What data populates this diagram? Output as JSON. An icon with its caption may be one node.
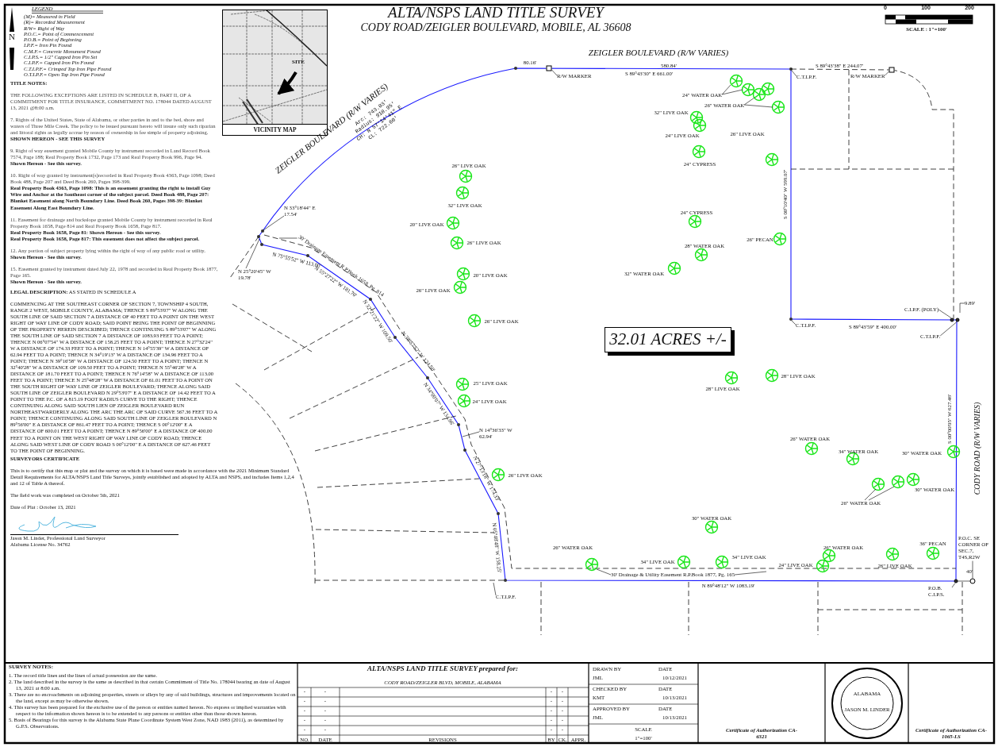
{
  "diagram": {
    "title": "ALTA/NSPS LAND TITLE SURVEY",
    "nodes": [
      {
        "text": [
          "32.01 ACRES +/-"
        ]
      },
      {
        "text": [
          "VICINITY MAP"
        ]
      },
      {
        "text": [
          "24\" WATER OAK"
        ]
      },
      {
        "text": [
          "26\" WATER OAK"
        ]
      },
      {
        "text": [
          "C.T.I.P.F."
        ]
      },
      {
        "text": [
          "R/W MARKER"
        ]
      },
      {
        "text": [
          "R/W MARKER"
        ]
      },
      {
        "text": [
          "N 33°18'44\" E 17.54'"
        ]
      },
      {
        "text": [
          "N 25°20'45\" W 19.78'"
        ]
      },
      {
        "text": [
          "30' Drainage Easement R.P.Book 1658, Pg. 814"
        ]
      },
      {
        "text": [
          "N 14°36'33\" W 62.94'"
        ]
      },
      {
        "text": [
          "C.T.I.P.F."
        ]
      },
      {
        "text": [
          "C.I.P.F. (POLY)"
        ]
      },
      {
        "text": [
          "9.89'"
        ]
      },
      {
        "text": [
          "C.T.I.P.F."
        ]
      },
      {
        "text": [
          "26\" WATER OAK"
        ]
      },
      {
        "text": [
          "P.O.C. SE CORNER OF SEC.7, T4S,R2W"
        ]
      },
      {
        "text": [
          "30' Drainage & Utility Easement R.P.Book 1877, Pg. 165"
        ]
      },
      {
        "text": [
          "C.T.I.P.F."
        ]
      },
      {
        "text": [
          "P.O.B. C.I.P.S."
        ]
      },
      {
        "text": [],
        "shape": "box"
      },
      {
        "text": [],
        "shape": "box"
      },
      {
        "text": [],
        "shape": "circle"
      },
      {
        "text": [],
        "shape": "circle"
      },
      {
        "text": [],
        "shape": "circle"
      },
      {
        "text": [],
        "shape": "circle"
      }
    ],
    "edges": [
      {
        "from": 2,
        "to": null,
        "arrow": "none"
      },
      {
        "from": 2,
        "to": null,
        "arrow": "none"
      },
      {
        "from": 3,
        "to": null,
        "arrow": "none"
      },
      {
        "from": 3,
        "to": null,
        "arrow": "none"
      },
      {
        "from": 4,
        "to": null,
        "arrow": "none"
      },
      {
        "from": 5,
        "to": 20,
        "arrow": "none"
      },
      {
        "from": 6,
        "to": 21,
        "arrow": "none"
      },
      {
        "from": 7,
        "to": null,
        "arrow": "none"
      },
      {
        "from": 8,
        "to": null,
        "arrow": "none"
      },
      {
        "from": 9,
        "to": null,
        "arrow": "none"
      },
      {
        "from": 10,
        "to": null,
        "arrow": "none"
      },
      {
        "from": 11,
        "to": null,
        "arrow": "none"
      },
      {
        "from": 12,
        "to": 23,
        "arrow": "none"
      },
      {
        "from": 13,
        "to": null,
        "arrow": "none"
      },
      {
        "from": 14,
        "to": 24,
        "arrow": "none"
      },
      {
        "from": 15,
        "to": null,
        "arrow": "none"
      },
      {
        "from": 15,
        "to": null,
        "arrow": "none"
      },
      {
        "from": 16,
        "to": 22,
        "arrow": "none"
      },
      {
        "from": 17,
        "to": null,
        "arrow": "none"
      },
      {
        "from": 17,
        "to": null,
        "arrow": "none"
      },
      {
        "from": 18,
        "to": null,
        "arrow": "none"
      },
      {
        "from": 19,
        "to": 25,
        "arrow": "none"
      }
    ],
    "labels": [
      "LEGEND",
      "N",
      "TITLE NOTES:",
      "THE FOLLOWING EXCEPTIONS ARE LISTED IN SCHEDULE B, PART II, OF A COMMITMENT FOR TITLE INSURANCE, COMMITMENT NO. 178044 DATED AUGUST 13, 2021 @8:00 a.m.",
      "7. Rights of the United States, State of Alabama, or other parties in and to the bed, shore and waters of Three Mile Creek. The policy to be issued pursuant hereto will insure only such riparian and littoral rights as legally accrue by reason of ownership in fee simple of property adjoining.",
      "SHOWN HEREON - SEE THIS SURVEY",
      "9. Right of way easement granted Mobile County by instrument recorded in Land Record Book 7574, Page 188; Real Property Book 1732, Page 173 and Real Property Book 996, Page 94.",
      "Shown Hereon - See this survey.",
      "10. Right of way granted by instrument(s)recorded in Real Property Book 4363, Page 1098; Deed Book 488, Page 207 and Deed Book 260, Pages 398-399.",
      "Real Property Book 4363, Page 1098: This is an easement granting the right to install Guy Wire and Anchor at the Southeast corner of the subject parcel. Deed Book 488, Page 207: Blanket Easement along North Boundary Line. Deed Book 260, Pages 398-39: Blanket Easement Along East Boundary Line.",
      "11. Easement for drainage and backslope granted Mobile County by instrument recorded in Real Property Book 1658, Page 814 and Real Property Book 1658, Page 817.",
      "Real Property Book 1658, Page 81: Shown Hereon - See this survey.",
      "Real Property Book 1658, Page 817: This easement does not affect the subject parcel.",
      "12. Any portion of subject property lying within the right of way of any public road or utility.",
      "Shown Hereon - See this survey.",
      "15. Easement granted by instrument dated July 22, 1978 and recorded in Real Property Book 1877, Page 165.",
      "Shown Hereon - See this survey.",
      "**LEGAL DESCRIPTION:**  AS STATED IN SCHEDULE A",
      "COMMENCING AT THE SOUTHEAST CORNER OF SECTION 7, TOWNSHIP 4 SOUTH, RANGE 2 WEST, MOBILE COUNTY, ALABAMA; THENCE S 89°53'07\" W ALONG THE SOUTH LINE OF SAID SECTION 7 A DISTANCE OF 40 FEET TO A POINT ON THE WEST RIGHT OF WAY LINE OF CODY ROAD; SAID POINT BEING THE POINT OF BEGINNING OF THE PROPERTY HEREIN DESCRIBED; THENCE CONTINUING S 89°53'07\" W ALONG THE SOUTH LINE OF SAID SECTION 7 A DISTANCE OF 1083.93 FEET TO A POINT; THENCE N 06°07'54\" W A DISTANCE OF 158.25 FEET TO A POINT; THENCE N 27°32'24\" W A DISTANCE OF 174.33 FEET TO A POINT; THENCE N 14°55'39\" W A DISTANCE OF 62.94 FEET TO A POINT; THENCE N 34°19'13\" W A DISTANCE OF 134.96 FEET TO A POINT; THENCE N 39°16'58\" W A DISTANCE OF 124.50 FEET TO A POINT; THENCE N 32°40'28\" W A DISTANCE OF 109.50 FEET TO A POINT; THENCE N 55°46'28\" W A DISTANCE OF 181.70 FEET TO A POINT; THENCE N 76°14'58\" W A DISTANCE OF 113.00 FEET TO A POINT; THENCE N 25°48'28\" W A DISTANCE OF 61.01 FEET TO A POINT ON THE SOUTH RIGHT OF WAY LINE OF ZEIGLER BOULEVARD; THENCE ALONG SAID SOUTH LINE OF ZEIGLER BOULEVARD N 29°53'07\" E A DISTANCE OF 14.42 FEET TO A POINT TO THE P.C. OF A 815.19 FOOT RADIUS CURVE TO THE RIGHT; THENCE CONTINUING ALONG SAID SOUTH LIEN OF ZEIGLER BOULEVARD RUN NORTHEASTWARDERLY ALONG THE ARC THE ARC OF SAID CURVE 567.36 FEET TO A POINT; THENCE CONTINUING ALONG SAID SOUTH LINE OF ZEIGLER BOULEVARD N 89°56'00\" E A DISTANCE OF 861.47 FEET TO A POINT; THENCE S 00°12'00\" E A DISTANCE OF 600.01 FEET TO A POINT; THENCE N 89°56'00\" E A DISTANCE OF 400.00 FEET TO A POINT ON THE WEST RIGHT OF WAY LINE OF CODY ROAD; THENCE ALONG SAID WEST LINE OF CODY ROAD S 00°12'00\" E A DISTANCE OF 627.46 FEET TO THE POINT OF BEGINNING.",
      "SURVEYORS CERTIFICATE",
      "This is to certify that this map or plat and the survey on which it is based were made in accordance with the 2021 Minimum Standard Detail Requirements for ALTA/NSPS Land Title Surveys, jointly established and adopted by ALTA and NSPS, and includes Items 1,2,4 and 12 of Table A thereof.",
      "The field work was completed on October 5th, 2021",
      "Date of Plat : October 13, 2021",
      "Jason M. Linder, Professional Land Surveyor",
      "Alabama License No. 34762",
      "SITE",
      "CODY ROAD/ZEIGLER BOULEVARD, MOBILE, AL 36608",
      "0",
      "100",
      "200",
      "SCALE : 1\"=100'",
      "ZEIGLER BOULEVARD  (R/W VARIES)",
      "ZEIGLER BOULEVARD  (R/W VARIES)",
      "Arc: 743.03'",
      "Radius: 910.95'",
      "CH: N 57°14'41\" E",
      "CL: 722.60'",
      "80.16'",
      "580.84'",
      "S 89°43'30\" E 661.00'",
      "S 89°43'38\" E 244.07'",
      "32\" LIVE OAK",
      "26\" LIVE OAK",
      "24\" LIVE OAK",
      "24\" CYPRESS",
      "26\" LIVE OAK",
      "S 00°10'40\" W 599.07'",
      "32\" LIVE OAK",
      "24\" CYPRESS",
      "20\" LIVE OAK",
      "26\" PECAN",
      "26\" LIVE OAK",
      "28\" WATER OAK",
      "N 75°55'52\" W 113.00'",
      "32\" WATER OAK",
      "20\" LIVE OAK",
      "N 55°27'22\" W 181.70'",
      "26\" LIVE OAK",
      "N 32°21'22\" W 109.50'",
      "26\" LIVE OAK",
      "S 89°43'59\" E 400.00'",
      "N 38°57'52\" W 124.50'",
      "28\" LIVE OAK",
      "25\" LIVE OAK",
      "28\" LIVE OAK",
      "N 34°00'07\" W 134.96'",
      "24\" LIVE OAK",
      "CODY ROAD (R/W VARIES)",
      "26\" WATER OAK",
      "S 00°00'05\" W 627.46'",
      "34\" WATER OAK",
      "30\" WATER OAK",
      "N 27°13'18\" W 174.33'",
      "26\" LIVE OAK",
      "30\" WATER OAK",
      "30\" WATER OAK",
      "36\" PECAN",
      "26\" WATER OAK",
      "N 05°48'48\" W 158.25'",
      "26\" WATER OAK",
      "34\" LIVE OAK",
      "34\" LIVE OAK",
      "24\" LIVE OAK",
      "26\" LIVE OAK",
      "40'",
      "N 89°48'12\" W 1083.19'",
      "SURVEY NOTES:",
      "1. The record title lines and the lines of actual possession are the same.",
      "2. The land described in the survey is the same as described in that certain Commitment of Title No. 178044 bearing an date of August 13, 2021 at 8:00 a.m.",
      "3. There are no encroachments on adjoining properties, streets or alleys by any of said buildings, structures and improvements located on the land, except as may be otherwise shown.",
      "4. This survey has been prepared for the exclusive use of the person or entities named hereon. No express or implied warranties with respect to the information shown hereon is to be extended to any persons or entities other than those shown hereon.",
      "5. Basis of Bearings for this survey is the Alabama State Plane Coordinate System West Zone, NAD 1983 (2011), as determined by G.P.S. Observations.",
      "ALTA/NSPS LAND TITLE SURVEY prepared for:",
      "CODY ROAD/ZEIGLER BLVD, MOBILE, ALABAMA",
      "-",
      "-",
      "-",
      "-",
      "-",
      "-",
      "-",
      "-",
      "-",
      "-",
      "-",
      "-",
      "-",
      "-",
      "-",
      "-",
      "-",
      "-",
      "-",
      "-",
      "NO.",
      "DATE",
      "REVISIONS",
      "BY",
      "CK.",
      "APPR.",
      "DRAWN BY",
      "DATE",
      "JML",
      "10/12/2021",
      "CHECKED BY",
      "DATE",
      "KMT",
      "10/13/2021",
      "APPROVED BY",
      "DATE",
      "JML",
      "10/13/2021",
      "SCALE",
      "1\"=100'",
      "Certificate of Authorization CA-6321",
      "ALABAMA",
      "JASON M. LINDER",
      "Certificate of Authorization CA-1065-LS"
    ],
    "legend": [
      {
        "text": "(M)= Measured in Field"
      },
      {
        "text": "(R)= Recorded Measurement"
      },
      {
        "text": "R/W= Right of Way"
      },
      {
        "text": "P.O.C.= Point of Commencement"
      },
      {
        "text": "P.O.B.= Point of Beginning"
      },
      {
        "text": "I.P.F.= Iron Pin Found"
      },
      {
        "text": "C.M.F.= Concrete Monument Found"
      },
      {
        "text": "C.I.P.S.= 1/2\" Capped Iron Pin Set"
      },
      {
        "text": "C.I.P.F.= Capped Iron Pin Found"
      },
      {
        "text": "C.T.I.P.F.= Crimped Top Iron Pipe Found"
      },
      {
        "text": "O.T.I.P.F.= Open Top Iron Pipe Found"
      }
    ]
  }
}
